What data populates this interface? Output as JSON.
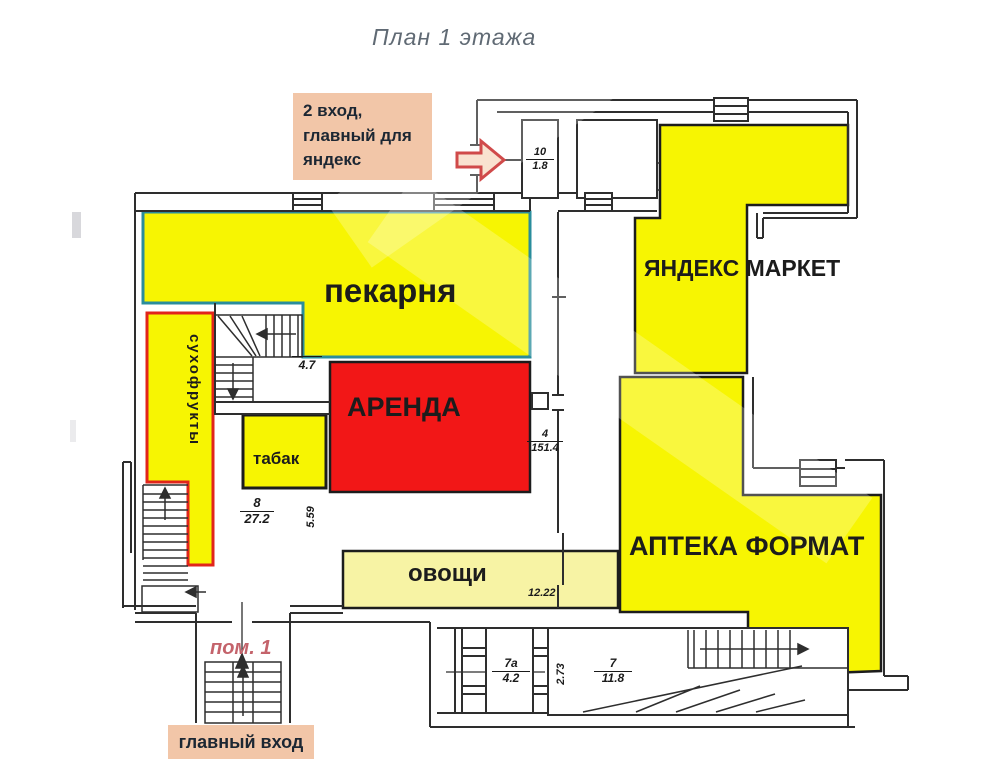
{
  "title": "План 1 этажа",
  "labels": {
    "entrance2": "2 вход,\nглавный для\nяндекс",
    "main_entrance": "главный вход",
    "premise1": "пом. 1"
  },
  "areas": {
    "bakery": {
      "label": "пекарня"
    },
    "arenda": {
      "label": "АРЕНДА"
    },
    "yandex_market": {
      "label": "ЯНДЕКС МАРКЕТ"
    },
    "apteka": {
      "label": "АПТЕКА ФОРМАТ"
    },
    "tabak": {
      "label": "табак"
    },
    "ovoshchi": {
      "label": "овощи"
    },
    "sukhofrukty": {
      "label": "сухофрукты"
    }
  },
  "dimensions": {
    "room10_num": "10",
    "room10_area": "1.8",
    "dim_4_7": "4.7",
    "room4_num": "4",
    "room4_area": "151.4",
    "room8_num": "8",
    "room8_area": "27.2",
    "dim_5_59": "5.59",
    "dim_12_22": "12.22",
    "room7a_num": "7а",
    "room7a_area": "4.2",
    "dim_2_73": "2.73",
    "room7_num": "7",
    "room7_area": "11.8"
  },
  "colors": {
    "bright_yellow": "#f7f502",
    "pale_yellow": "#f7f3a4",
    "red_fill": "#f21717",
    "teal_border": "#2a8d9c",
    "red_border": "#e1251b",
    "black_border": "#1c1c1c",
    "wall": "#2e2e2e",
    "peach_bg": "#f2c6a8",
    "arrow_fill": "#f7d9c2",
    "arrow_stroke": "#c21212",
    "premise_text": "#c4636b",
    "title_text": "#606a74",
    "white": "#ffffff"
  }
}
